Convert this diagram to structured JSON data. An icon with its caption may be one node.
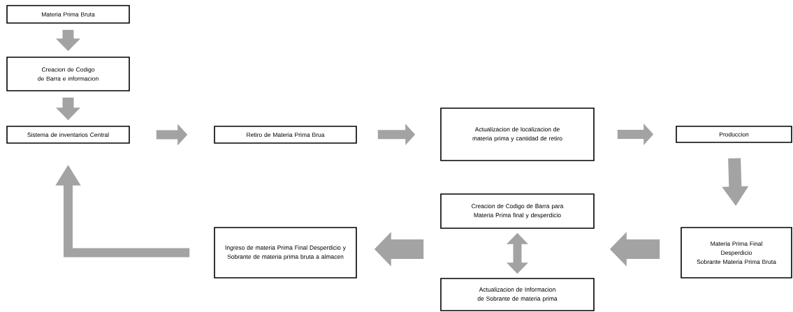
{
  "diagram": {
    "nodes": [
      {
        "text": [
          "Materia Prima Bruta"
        ]
      },
      {
        "text": [
          "Creacion de Codigo de Barra e informacion"
        ]
      },
      {
        "text": [
          "Sistema de inventarios Central"
        ]
      },
      {
        "text": [
          "Retiro de Materia Prima Brua"
        ]
      },
      {
        "text": [
          "Actualizacion de localizacion de materia prima y cantidad de retiro"
        ]
      },
      {
        "text": [
          "Produccion"
        ]
      },
      {
        "text": [
          "Materia Prima Final",
          "Desperdicio",
          "Sobrante Materia Prima Bruta"
        ]
      },
      {
        "text": [
          "Creacion de Codigo de Barra para Materia Prima final y desperdicio"
        ]
      },
      {
        "text": [
          "Actualizacion de Informacion de Sobrante de materia prima"
        ]
      },
      {
        "text": [
          "Ingreso de materia Prima Final Desperdicio y Sobrante de materia prima bruta a almacen"
        ]
      }
    ],
    "edges": [
      {
        "from": 0,
        "to": 1,
        "arrow": "to"
      },
      {
        "from": 1,
        "to": 2,
        "arrow": "to"
      },
      {
        "from": 2,
        "to": 3,
        "arrow": "to"
      },
      {
        "from": 3,
        "to": 4,
        "arrow": "to"
      },
      {
        "from": 4,
        "to": 5,
        "arrow": "to"
      },
      {
        "from": 5,
        "to": 6,
        "arrow": "to"
      },
      {
        "from": 6,
        "to": 7,
        "arrow": "to",
        "style": "thick"
      },
      {
        "from": 7,
        "to": 8,
        "arrow": "both"
      },
      {
        "from": 7,
        "to": 9,
        "arrow": "to",
        "style": "thick"
      },
      {
        "from": 9,
        "to": 2,
        "arrow": "to"
      }
    ]
  }
}
